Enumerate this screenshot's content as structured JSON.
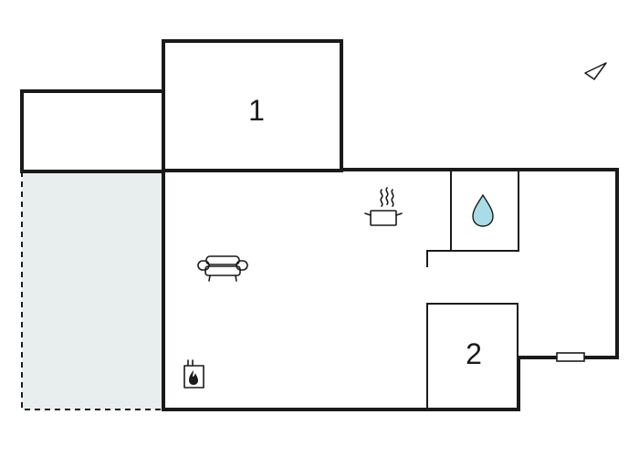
{
  "plan": {
    "rooms": [
      {
        "id": "room-1",
        "label": "1"
      },
      {
        "id": "room-2",
        "label": "2"
      }
    ],
    "icons": [
      "compass-arrow-icon",
      "cooking-pot-icon",
      "water-drop-icon",
      "sofa-icon",
      "fireplace-icon",
      "radiator-icon"
    ],
    "colors": {
      "wall": "#1a1a1a",
      "terrace_fill": "#e8edee",
      "water_drop": "#a9dce6",
      "background": "#ffffff"
    }
  }
}
